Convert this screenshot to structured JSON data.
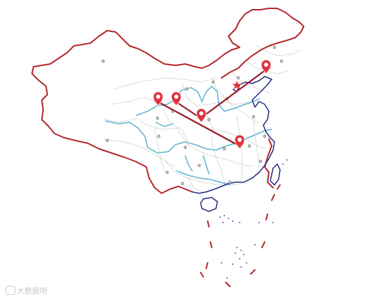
{
  "map": {
    "colors": {
      "land_border": "#b3262b",
      "sea_border": "#1f2a80",
      "river": "#5cb3cf",
      "province_line": "#9a9a9a",
      "marker": "#e03440",
      "route": "#9b1c24",
      "capital_star": "#e03440"
    },
    "markers": [
      {
        "id": "northeast-marker",
        "icon": "map-pin-icon"
      },
      {
        "id": "northwest-marker-1",
        "icon": "map-pin-icon"
      },
      {
        "id": "northwest-marker-2",
        "icon": "map-pin-icon"
      },
      {
        "id": "central-marker",
        "icon": "map-pin-icon"
      },
      {
        "id": "east-marker",
        "icon": "map-pin-icon"
      }
    ],
    "capital_icon": "star-icon",
    "city_icon": "city-dot-icon"
  },
  "watermark": {
    "text": "大数据吧"
  }
}
